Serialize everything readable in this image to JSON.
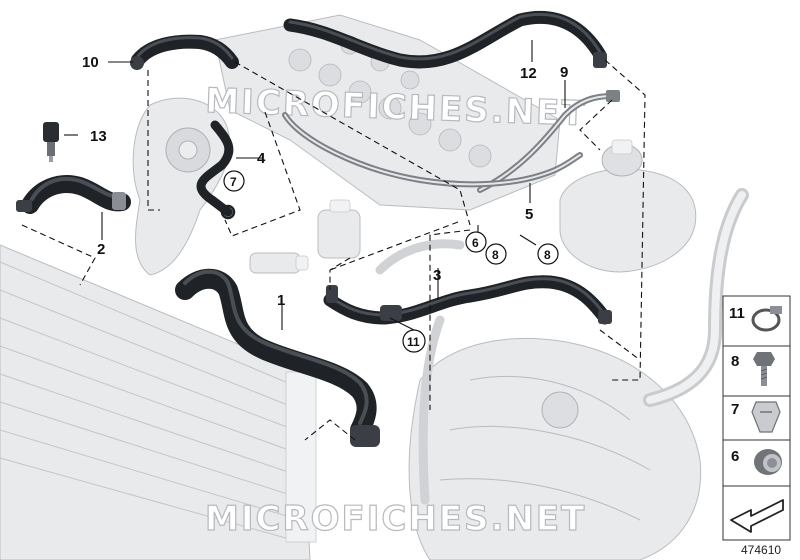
{
  "callouts": {
    "c1": "1",
    "c2": "2",
    "c3": "3",
    "c4": "4",
    "c5": "5",
    "c6": "6",
    "c7": "7",
    "c8a": "8",
    "c8b": "8",
    "c9": "9",
    "c10": "10",
    "c11": "11",
    "c12": "12",
    "c13": "13"
  },
  "legend": {
    "items": [
      {
        "number": "11",
        "part": "hose-clamp-icon"
      },
      {
        "number": "8",
        "part": "bolt-icon"
      },
      {
        "number": "7",
        "part": "clip-icon"
      },
      {
        "number": "6",
        "part": "plug-icon"
      }
    ],
    "arrow_panel": "direction-arrow-icon"
  },
  "watermarks": [
    "MICROFICHES.NET",
    "MICROFICHES.NET"
  ],
  "diagram_id": "474610",
  "colors": {
    "hose": "#1f2226",
    "ghost": "#e9eaec",
    "line": "#111111"
  }
}
